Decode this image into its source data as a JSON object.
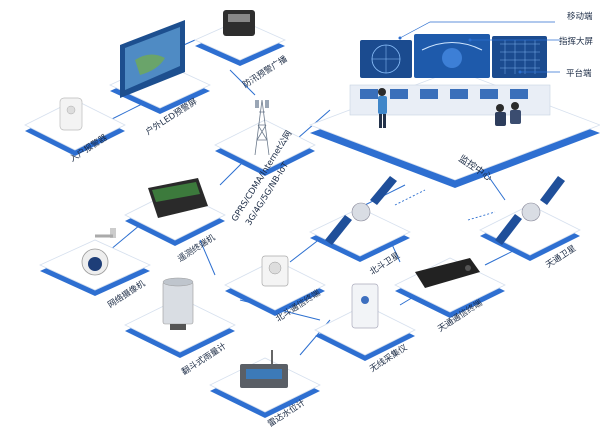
{
  "nodes": {
    "broadcast": "防汛预警广播",
    "led": "户外LED预警屏",
    "intrusion": "入户报警器",
    "network": "GPRS/CDMA/Internet公网",
    "network_sub": "3G/4G/5G/NB-IoT",
    "telemetry": "遥测终端机",
    "monitor_center": "监控中心",
    "camera": "网络摄像机",
    "beidou_terminal": "北斗通信终端",
    "beidou_sat": "北斗卫星",
    "tiantong_sat": "天通卫星",
    "tiantong_terminal": "天通通信终端",
    "rain_gauge": "翻斗式雨量计",
    "wireless": "无线采集仪",
    "radar": "雷达水位计"
  },
  "center_labels": {
    "mobile": "移动端",
    "screen": "指挥大屏",
    "platform": "平台端"
  },
  "colors": {
    "accent": "#2e6fd1",
    "line": "#2c6fd0",
    "text": "#1a2a44"
  }
}
